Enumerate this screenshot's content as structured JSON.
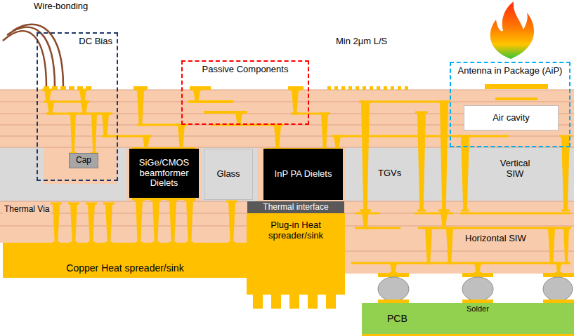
{
  "diagram": {
    "nodes": [
      {
        "text": [
          "DC Bias"
        ]
      },
      {
        "text": [
          "Cap"
        ],
        "in": 0
      },
      {
        "text": [
          "Passive Components"
        ]
      },
      {
        "text": [
          "Antenna in Package (AiP)"
        ]
      },
      {
        "text": [
          "Air cavity"
        ],
        "in": 3
      },
      {
        "text": [
          "SiGe/CMOS beamformer Dielets"
        ]
      },
      {
        "text": [
          "Glass"
        ]
      },
      {
        "text": [
          "InP PA Dielets"
        ]
      },
      {
        "text": [
          "Thermal interface"
        ]
      },
      {
        "text": [
          "Plug-in Heat spreader/sink"
        ]
      },
      {
        "text": [
          "Copper Heat spreader/sink"
        ]
      },
      {
        "text": [
          "PCB"
        ]
      }
    ],
    "labels": [
      "Wire-bonding",
      "Min 2µm L/S",
      "TGVs",
      "Vertical SIW",
      "Thermal Via",
      "Horizontal SIW",
      "Solder"
    ]
  }
}
